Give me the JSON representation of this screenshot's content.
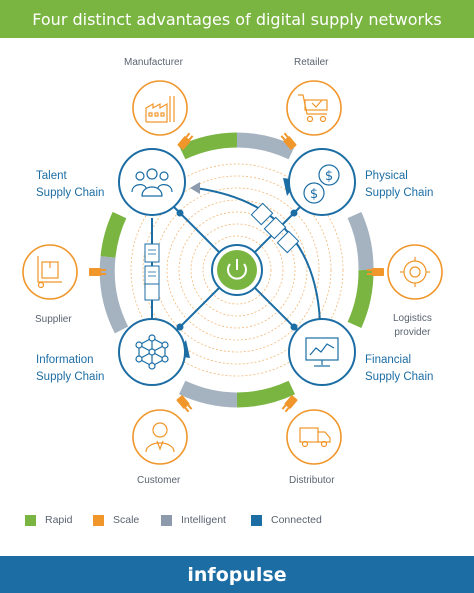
{
  "title": "Four distinct advantages of digital supply networks",
  "brand": "infopulse",
  "labels": {
    "manufacturer": "Manufacturer",
    "retailer": "Retailer",
    "supplier": "Supplier",
    "logistics_line1": "Logistics",
    "logistics_line2": "provider",
    "customer": "Customer",
    "distributor": "Distributor"
  },
  "chains": {
    "talent_line1": "Talent",
    "talent_line2": "Supply Chain",
    "physical_line1": "Physical",
    "physical_line2": "Supply Chain",
    "information_line1": "Information",
    "information_line2": "Supply Chain",
    "financial_line1": "Financial",
    "financial_line2": "Supply Chain"
  },
  "legend": [
    {
      "label": "Rapid",
      "color": "#7ab542"
    },
    {
      "label": "Scale",
      "color": "#f0962a"
    },
    {
      "label": "Intelligent",
      "color": "#8c9aab"
    },
    {
      "label": "Connected",
      "color": "#1c6da4"
    }
  ],
  "colors": {
    "green": "#7ab542",
    "orange": "#f0962a",
    "gray": "#a5b2c0",
    "blue": "#1c6da4"
  }
}
